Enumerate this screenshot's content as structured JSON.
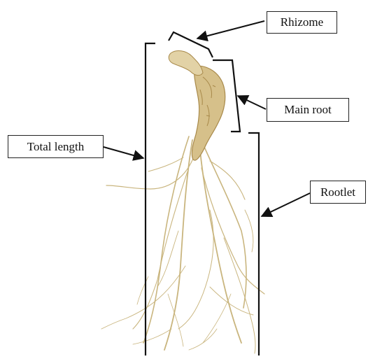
{
  "labels": {
    "rhizome": "Rhizome",
    "main_root": "Main  root",
    "total_length": "Total  length",
    "rootlet": "Rootlet"
  },
  "colors": {
    "root_main": "#d6c08a",
    "root_dark": "#a8894a",
    "root_light": "#e2d2a6",
    "rootlet": "#c9b57e",
    "line": "#111111"
  }
}
